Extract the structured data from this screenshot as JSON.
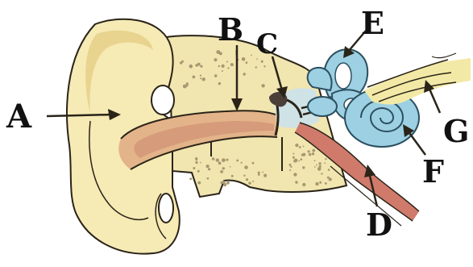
{
  "labels": {
    "a": "A",
    "b": "B",
    "c": "C",
    "d": "D",
    "e": "E",
    "f": "F",
    "g": "G"
  },
  "colors": {
    "pinna": "#f6eab5",
    "pinna_shadow": "#e8d48e",
    "bone": "#f1e5b0",
    "bone_dots": "#a89870",
    "canal": "#e3b389",
    "canal_inner": "#d59b7a",
    "middle_ear": "#cfe2e6",
    "tube": "#d07a6c",
    "inner_ear": "#9cd0e2",
    "inner_ear_edge": "#2c4f60",
    "nerve": "#f3e9a6",
    "outline": "#2a2418"
  }
}
